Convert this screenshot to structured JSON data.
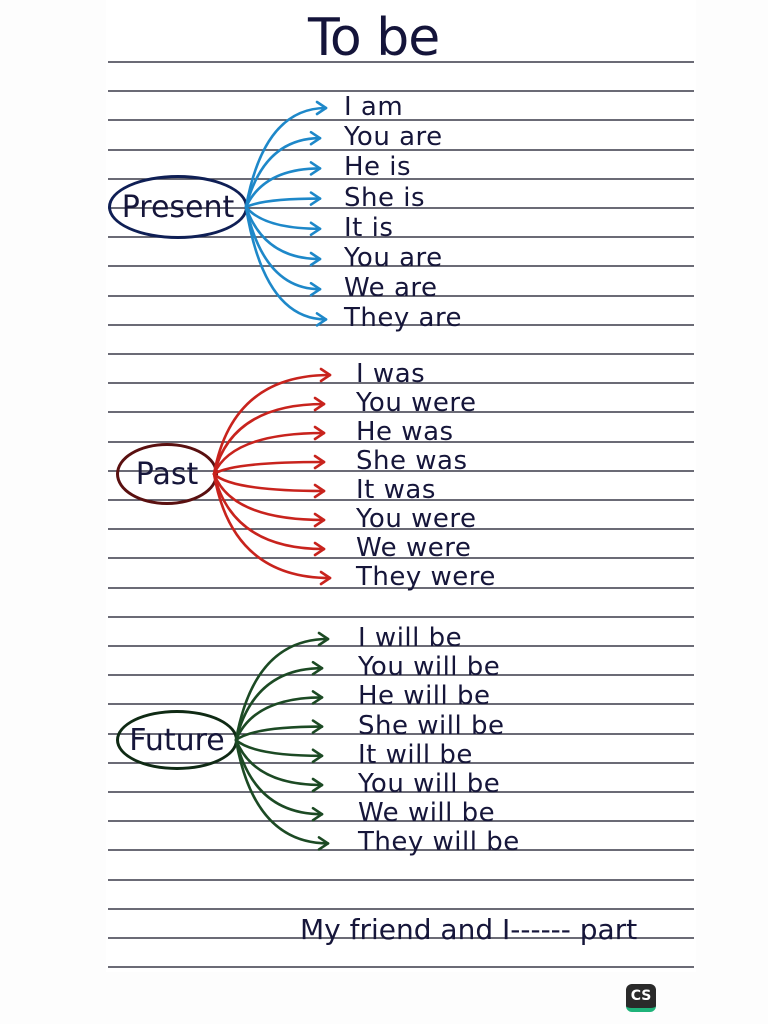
{
  "title": "To be",
  "colors": {
    "ink": "#16163a",
    "present_arrows": "#1e88c9",
    "past_arrows": "#c8231d",
    "future_arrows": "#1c4a24",
    "ruled_lines": "#3a3a48"
  },
  "groups": [
    {
      "label": "Present",
      "items": [
        "I am",
        "You are",
        "He is",
        "She is",
        "It is",
        "You are",
        "We are",
        "They are"
      ]
    },
    {
      "label": "Past",
      "items": [
        "I was",
        "You were",
        "He was",
        "She was",
        "It was",
        "You were",
        "We were",
        "They were"
      ]
    },
    {
      "label": "Future",
      "items": [
        "I will be",
        "You will be",
        "He will be",
        "She will be",
        "It will be",
        "You will be",
        "We will be",
        "They will be"
      ]
    }
  ],
  "closing_sentence": "My friend and I------ part",
  "badge": "CS"
}
